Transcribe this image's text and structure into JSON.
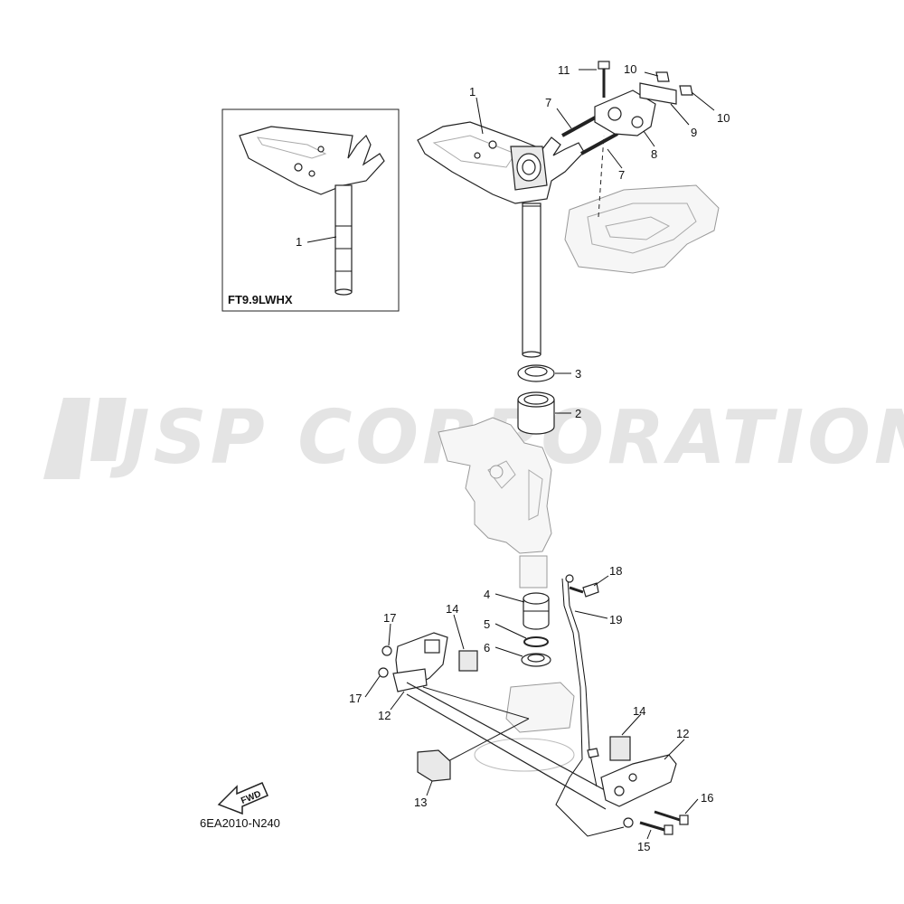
{
  "watermark": "JSP CORPORATION",
  "inset_label": "FT9.9LWHX",
  "diagram_code": "6EA2010-N240",
  "fwd_label": "FWD",
  "callouts": {
    "c1_main": "1",
    "c1_inset": "1",
    "c2": "2",
    "c3": "3",
    "c4": "4",
    "c5": "5",
    "c6": "6",
    "c7a": "7",
    "c7b": "7",
    "c8": "8",
    "c9": "9",
    "c10a": "10",
    "c10b": "10",
    "c11": "11",
    "c12a": "12",
    "c12b": "12",
    "c13": "13",
    "c14a": "14",
    "c14b": "14",
    "c15": "15",
    "c16": "16",
    "c17a": "17",
    "c17b": "17",
    "c18": "18",
    "c19": "19"
  }
}
